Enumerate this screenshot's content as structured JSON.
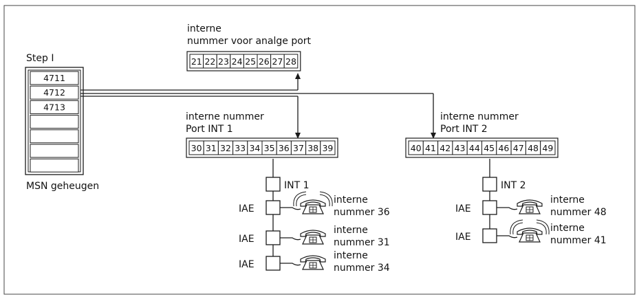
{
  "step_label": "Step I",
  "msn_memory": {
    "numbers": [
      "4711",
      "4712",
      "4713",
      "",
      "",
      "",
      ""
    ],
    "caption": "MSN geheugen"
  },
  "analog_port": {
    "title_line1": "interne",
    "title_line2": "nummer voor analge port",
    "numbers": [
      "21",
      "22",
      "23",
      "24",
      "25",
      "26",
      "27",
      "28"
    ]
  },
  "port_int1": {
    "title_line1": "interne nummer",
    "title_line2": "Port INT 1",
    "numbers": [
      "30",
      "31",
      "32",
      "33",
      "34",
      "35",
      "36",
      "37",
      "38",
      "39"
    ],
    "int_label": "INT 1",
    "devices": [
      {
        "iae": "IAE",
        "line1": "interne",
        "line2": "nummer 36",
        "ringing": true
      },
      {
        "iae": "IAE",
        "line1": "interne",
        "line2": "nummer 31",
        "ringing": false
      },
      {
        "iae": "IAE",
        "line1": "interne",
        "line2": "nummer 34",
        "ringing": false
      }
    ]
  },
  "port_int2": {
    "title_line1": "interne nummer",
    "title_line2": "Port INT 2",
    "numbers": [
      "40",
      "41",
      "42",
      "43",
      "44",
      "45",
      "46",
      "47",
      "48",
      "49"
    ],
    "int_label": "INT 2",
    "devices": [
      {
        "iae": "IAE",
        "line1": "interne",
        "line2": "nummer 48",
        "ringing": false
      },
      {
        "iae": "IAE",
        "line1": "interne",
        "line2": "nummer 41",
        "ringing": true
      }
    ]
  },
  "colors": {
    "line": "#1a1a1a",
    "background": "#ffffff",
    "text": "#111111"
  },
  "icons": {
    "phone": "telephone-icon",
    "arrow": "arrow-down-icon"
  }
}
